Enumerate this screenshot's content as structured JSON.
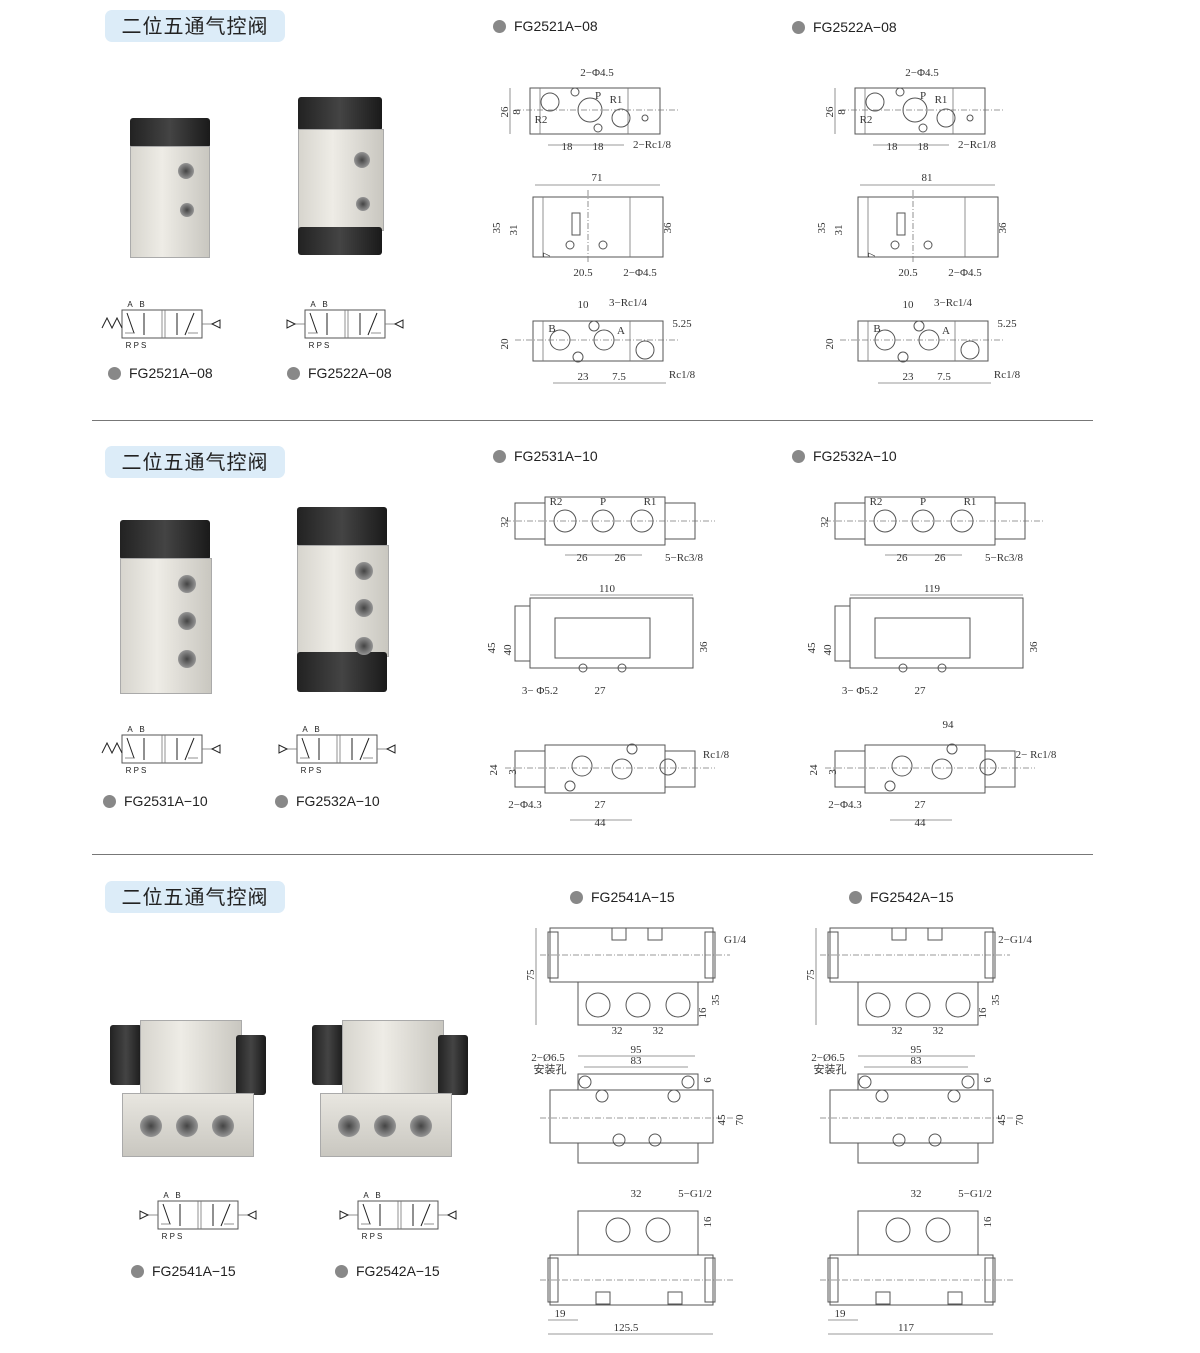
{
  "sections": [
    {
      "title": "二位五通气控阀",
      "products": [
        {
          "model": "FG2521A−08",
          "symbol": {
            "top": [
              "A",
              "B"
            ],
            "bottom": "R P S"
          }
        },
        {
          "model": "FG2522A−08",
          "symbol": {
            "top": [
              "A",
              "B"
            ],
            "bottom": "R P S"
          }
        }
      ],
      "drawings": [
        {
          "model": "FG2521A−08",
          "top": [
            "2−Φ4.5",
            "26",
            "8",
            "18",
            "18",
            "2−Rc1/8",
            "P",
            "R1",
            "R2"
          ],
          "mid": [
            "71",
            "35",
            "31",
            "36",
            "7",
            "20.5",
            "2−Φ4.5"
          ],
          "bottom": [
            "10",
            "3−Rc1/4",
            "5.25",
            "20",
            "23",
            "7.5",
            "Rc1/8",
            "B",
            "A"
          ]
        },
        {
          "model": "FG2522A−08",
          "top": [
            "2−Φ4.5",
            "26",
            "8",
            "18",
            "18",
            "2−Rc1/8",
            "P",
            "R1",
            "R2"
          ],
          "mid": [
            "81",
            "35",
            "31",
            "36",
            "7",
            "20.5",
            "2−Φ4.5"
          ],
          "bottom": [
            "10",
            "3−Rc1/4",
            "5.25",
            "20",
            "23",
            "7.5",
            "Rc1/8",
            "B",
            "A"
          ]
        }
      ]
    },
    {
      "title": "二位五通气控阀",
      "products": [
        {
          "model": "FG2531A−10",
          "symbol": {
            "top": [
              "A",
              "B"
            ],
            "bottom": "R P S"
          }
        },
        {
          "model": "FG2532A−10",
          "symbol": {
            "top": [
              "A",
              "B"
            ],
            "bottom": "R P S"
          }
        }
      ],
      "drawings": [
        {
          "model": "FG2531A−10",
          "top": [
            "32",
            "26",
            "26",
            "5−Rc3/8",
            "R2",
            "P",
            "R1"
          ],
          "mid": [
            "110",
            "45",
            "40",
            "36",
            "3− Φ5.2",
            "27"
          ],
          "bottom": [
            "",
            "Rc1/8",
            "24",
            "3",
            "2−Φ4.3",
            "27",
            "44"
          ]
        },
        {
          "model": "FG2532A−10",
          "top": [
            "32",
            "26",
            "26",
            "5−Rc3/8",
            "R2",
            "P",
            "R1"
          ],
          "mid": [
            "119",
            "45",
            "40",
            "36",
            "3− Φ5.2",
            "27"
          ],
          "bottom": [
            "94",
            "2− Rc1/8",
            "24",
            "3",
            "2−Φ4.3",
            "27",
            "44"
          ]
        }
      ]
    },
    {
      "title": "二位五通气控阀",
      "products": [
        {
          "model": "FG2541A−15",
          "symbol": {
            "top": [
              "A",
              "B"
            ],
            "bottom": "R P S"
          }
        },
        {
          "model": "FG2542A−15",
          "symbol": {
            "top": [
              "A",
              "B"
            ],
            "bottom": "R P S"
          }
        }
      ],
      "drawings": [
        {
          "model": "FG2541A−15",
          "top": [
            "G1/4",
            "75",
            "35",
            "16",
            "32",
            "32"
          ],
          "mid": [
            "95",
            "83",
            "2−Ø6.5",
            "安装孔",
            "6",
            "45",
            "70"
          ],
          "bottom": [
            "32",
            "5−G1/2",
            "16",
            "19",
            "125.5"
          ]
        },
        {
          "model": "FG2542A−15",
          "top": [
            "2−G1/4",
            "75",
            "35",
            "16",
            "32",
            "32"
          ],
          "mid": [
            "95",
            "83",
            "2−Ø6.5",
            "安装孔",
            "6",
            "45",
            "70"
          ],
          "bottom": [
            "32",
            "5−G1/2",
            "16",
            "19",
            "117"
          ]
        }
      ]
    }
  ]
}
